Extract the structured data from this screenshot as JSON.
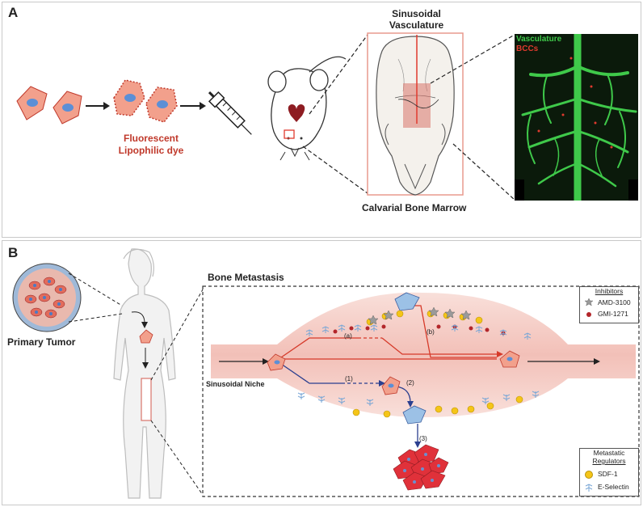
{
  "panel_a": {
    "letter": "A",
    "dye_label_line1": "Fluorescent",
    "dye_label_line2": "Lipophilic dye",
    "vasculature_line1": "Sinusoidal",
    "vasculature_line2": "Vasculature",
    "bone_marrow_label": "Calvarial Bone Marrow",
    "micro_label_green": "Vasculature",
    "micro_label_red": "BCCs",
    "colors": {
      "green": "#3fc94a",
      "red": "#e03a2e",
      "cell": "#f2a08c",
      "nucleus": "#5b8fd6"
    }
  },
  "panel_b": {
    "letter": "B",
    "tumor_label": "Primary Tumor",
    "metastasis_title": "Bone Metastasis",
    "niche_label": "Sinusoidal Niche",
    "path_labels": [
      "(a)",
      "(b)",
      "(1)",
      "(2)",
      "(3)"
    ],
    "inhibitors": {
      "title": "Inhibitors",
      "items": [
        "AMD-3100",
        "GMI-1271"
      ]
    },
    "regulators": {
      "title_line1": "Metastatic",
      "title_line2": "Regulators",
      "items": [
        "SDF-1",
        "E-Selectin"
      ]
    },
    "colors": {
      "vessel": "#f6d3cf",
      "red_path": "#d63a2a",
      "blue_path": "#2b3f8f",
      "sdf": "#f5c518",
      "selectin": "#7aa7d6"
    }
  }
}
